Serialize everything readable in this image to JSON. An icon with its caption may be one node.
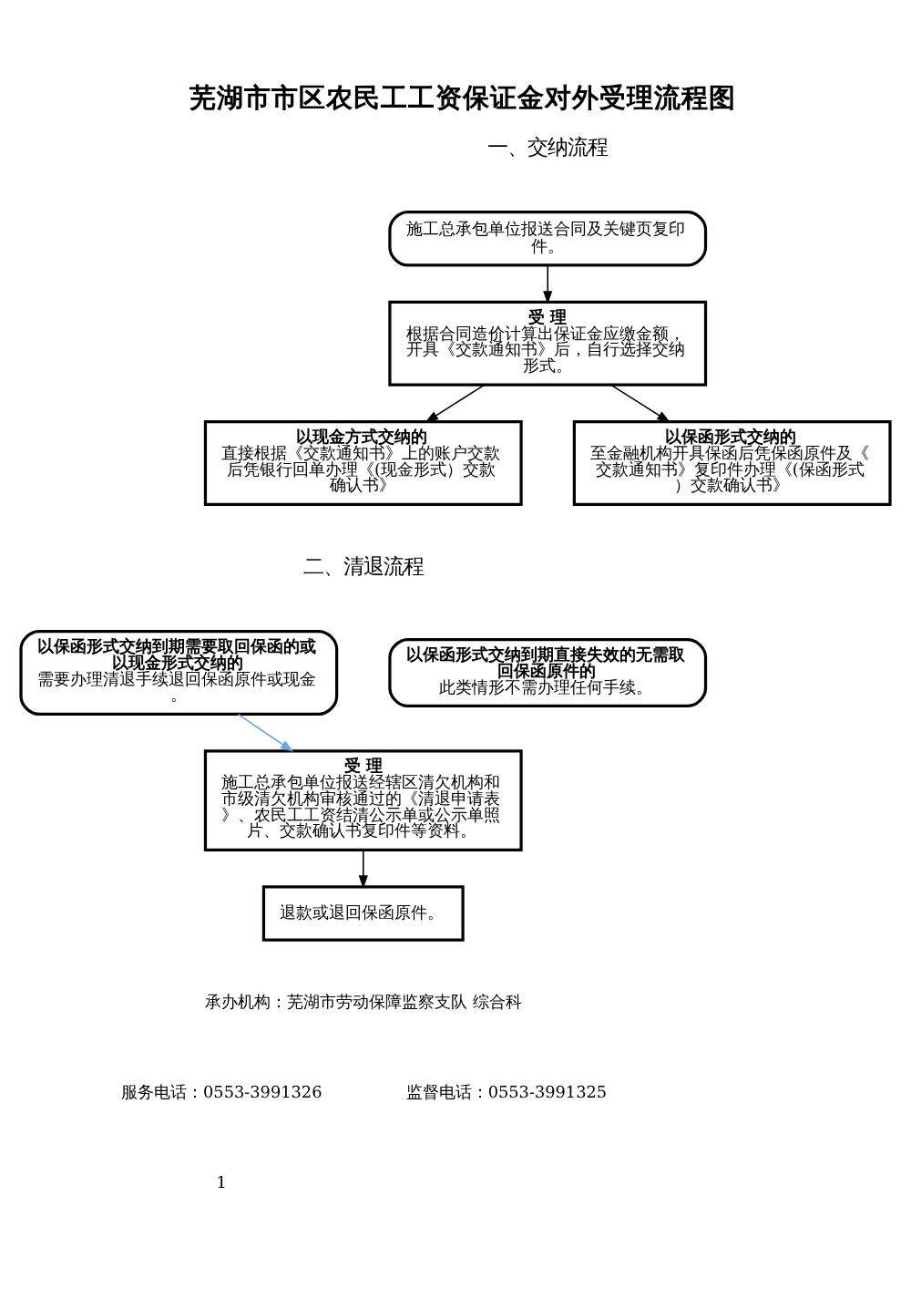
{
  "diagram": {
    "title": "芜湖市市区农民工工资保证金对外受理流程图",
    "nodes": [
      {
        "text": [
          "施工总承包单位报送合同及关键页复印件。"
        ]
      },
      {
        "text": [
          "受 理",
          "根据合同造价计算出保证金应缴金额，开具《交款通知书》后，自行选择交纳形式。"
        ]
      },
      {
        "text": [
          "以现金方式交纳的",
          "直接根据《交款通知书》上的账户交款后凭银行回单办理《(现金形式）交款确认书》"
        ]
      },
      {
        "text": [
          "以保函形式交纳的",
          "至金融机构开具保函后凭保函原件及《交款通知书》复印件办理《(保函形式）交款确认书》"
        ]
      },
      {
        "text": [
          "以保函形式交纳到期需要取回保函的或以现金形式交纳的",
          "需要办理清退手续退回保函原件或现金。"
        ]
      },
      {
        "text": [
          "以保函形式交纳到期直接失效的无需取回保函原件的",
          "此类情形不需办理任何手续。"
        ]
      },
      {
        "text": [
          "受 理",
          "施工总承包单位报送经辖区清欠机构和市级清欠机构审核通过的《清退申请表》、农民工工资结清公示单或公示单照片、交款确认书复印件等资料。"
        ]
      },
      {
        "text": [
          "退款或退回保函原件。"
        ]
      }
    ],
    "edges": [
      {
        "from": 0,
        "to": 1,
        "arrow": "to"
      },
      {
        "from": 1,
        "to": 2,
        "arrow": "to"
      },
      {
        "from": 1,
        "to": 3,
        "arrow": "to"
      },
      {
        "from": 4,
        "to": 6,
        "arrow": "to",
        "color": "#6fa8dc"
      },
      {
        "from": 6,
        "to": 7,
        "arrow": "to"
      }
    ],
    "labels": [
      "一、交纳流程",
      "二、清退流程",
      "承办机构：芜湖市劳动保障监察支队 综合科",
      "服务电话：0553-3991326",
      "监督电话：0553-3991325",
      "1"
    ]
  }
}
